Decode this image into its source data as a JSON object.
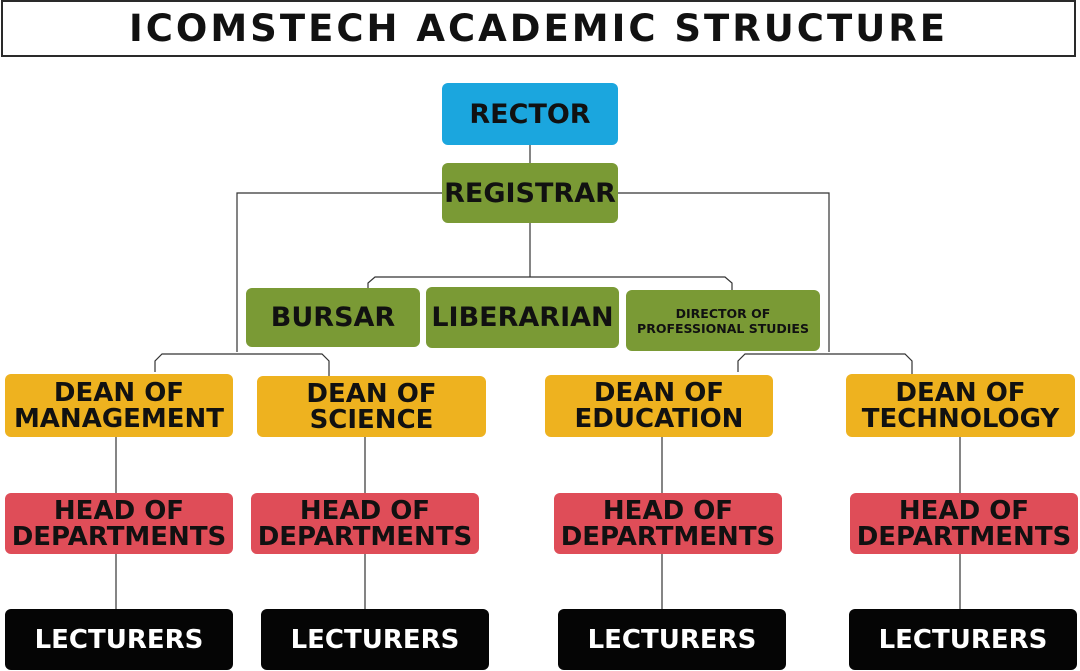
{
  "title": "ICOMSTECH ACADEMIC STRUCTURE",
  "colors": {
    "rector": "#1ba6de",
    "admin": "#7a9a35",
    "dean": "#eeb21f",
    "head": "#df4d58",
    "lecturers": "#050505",
    "connector": "#333333"
  },
  "nodes": {
    "rector": "RECTOR",
    "registrar": "REGISTRAR",
    "bursar": "BURSAR",
    "librarian": "LIBERARIAN",
    "director": "DIRECTOR OF\nPROFESSIONAL STUDIES",
    "deans": [
      "DEAN OF\nMANAGEMENT",
      "DEAN OF\nSCIENCE",
      "DEAN OF\nEDUCATION",
      "DEAN OF\nTECHNOLOGY"
    ],
    "heads": [
      "HEAD OF\nDEPARTMENTS",
      "HEAD OF\nDEPARTMENTS",
      "HEAD OF\nDEPARTMENTS",
      "HEAD OF\nDEPARTMENTS"
    ],
    "lecturers": [
      "LECTURERS",
      "LECTURERS",
      "LECTURERS",
      "LECTURERS"
    ]
  }
}
